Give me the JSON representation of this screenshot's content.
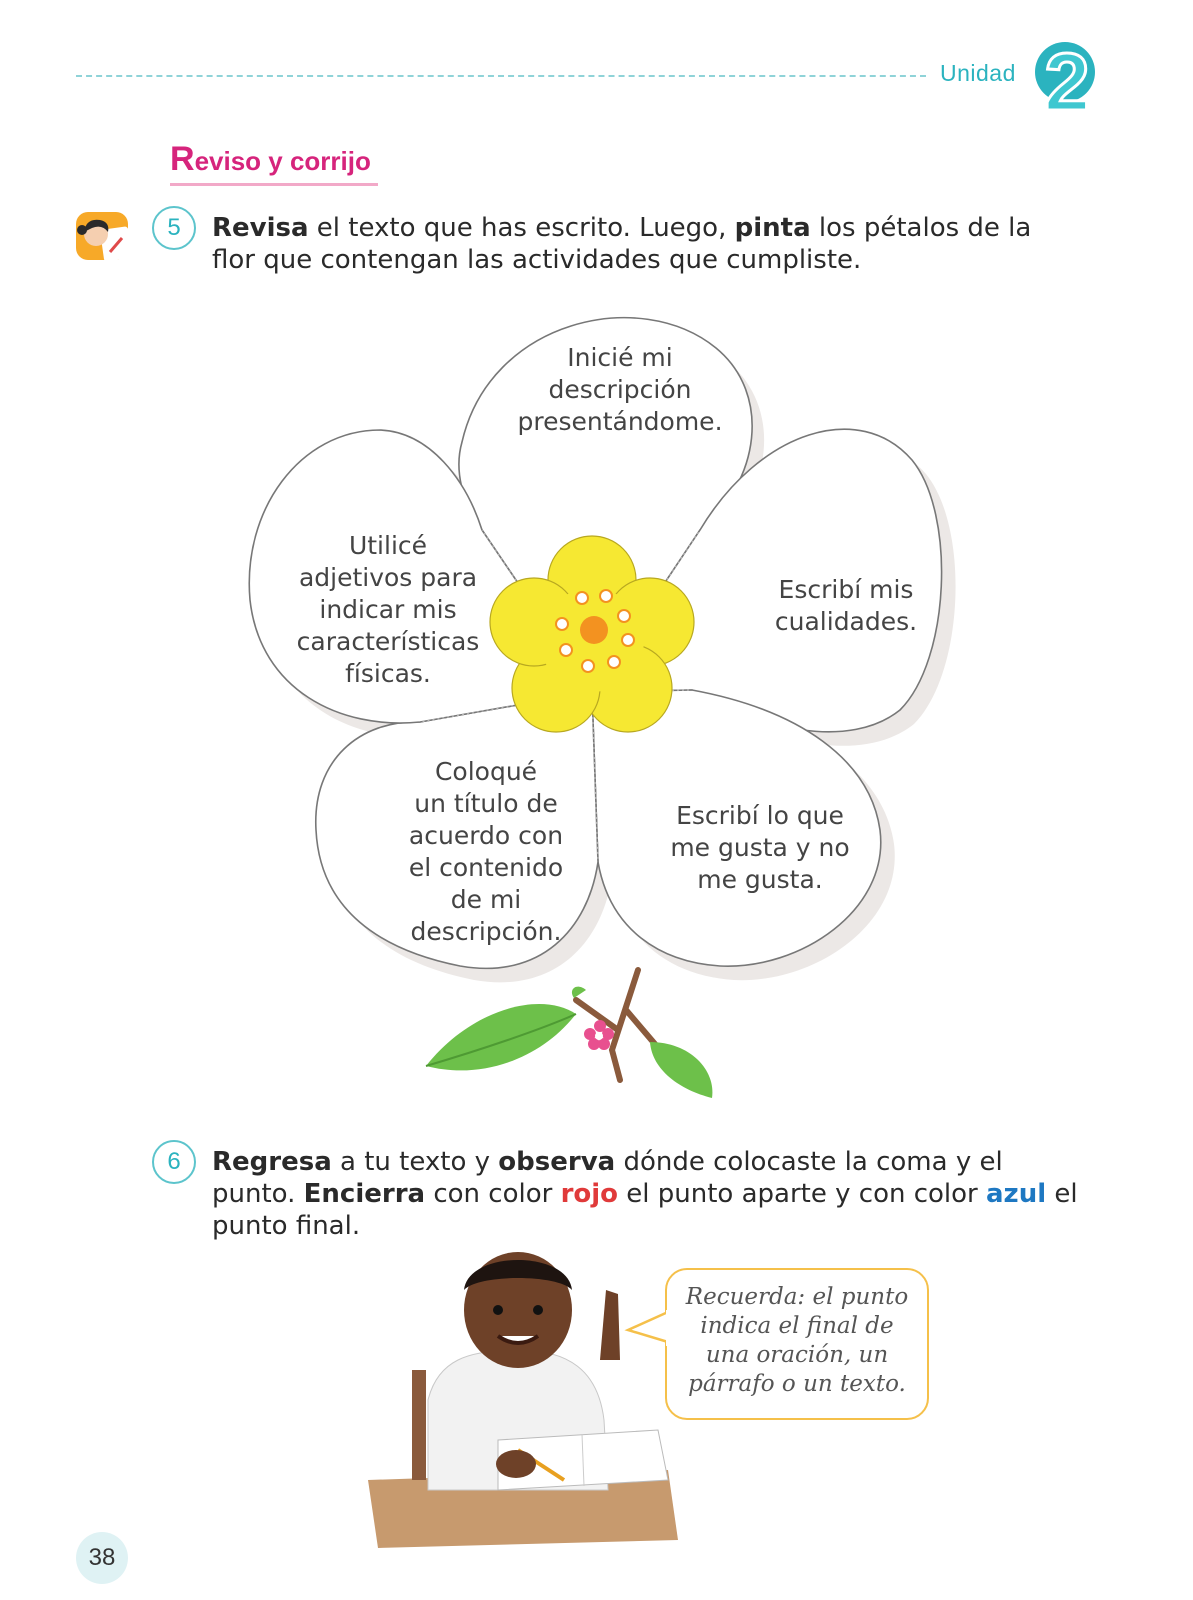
{
  "header": {
    "unit_label": "Unidad",
    "unit_number": "2"
  },
  "section": {
    "title_first": "R",
    "title_rest": "eviso y corrijo"
  },
  "activity5": {
    "number": "5",
    "verb1": "Revisa",
    "text1": " el texto que has escrito. Luego, ",
    "verb2": "pinta",
    "text2": " los pétalos de la flor que contengan las actividades que cumpliste."
  },
  "flower": {
    "petals": [
      {
        "lines": [
          "Inicié mi",
          "descripción",
          "presentándome."
        ]
      },
      {
        "lines": [
          "Escribí mis",
          "cualidades."
        ]
      },
      {
        "lines": [
          "Escribí lo que",
          "me gusta y no",
          "me gusta."
        ]
      },
      {
        "lines": [
          "Coloqué",
          "un título de",
          "acuerdo con",
          "el contenido",
          "de mi",
          "descripción."
        ]
      },
      {
        "lines": [
          "Utilicé",
          "adjetivos para",
          "indicar mis",
          "características",
          "físicas."
        ]
      }
    ],
    "colors": {
      "center_flower": "#f6e832",
      "center_dot": "#f39220",
      "leaf": "#6dc04a",
      "branch": "#8a5a3c",
      "small_flower": "#e8508f"
    }
  },
  "activity6": {
    "number": "6",
    "verb1": "Regresa",
    "text1": " a tu texto y ",
    "verb2": "observa",
    "text2": " dónde colocaste la coma y el punto. ",
    "verb3": "Encierra",
    "text3": " con color ",
    "color_red_word": "rojo",
    "text4": " el punto aparte y con color ",
    "color_blue_word": "azul",
    "text5": " el punto final."
  },
  "bubble": {
    "lines": [
      "Recuerda: el punto",
      "indica el final de",
      "una oración, un",
      "párrafo o un texto."
    ]
  },
  "footer": {
    "page_number": "38"
  }
}
